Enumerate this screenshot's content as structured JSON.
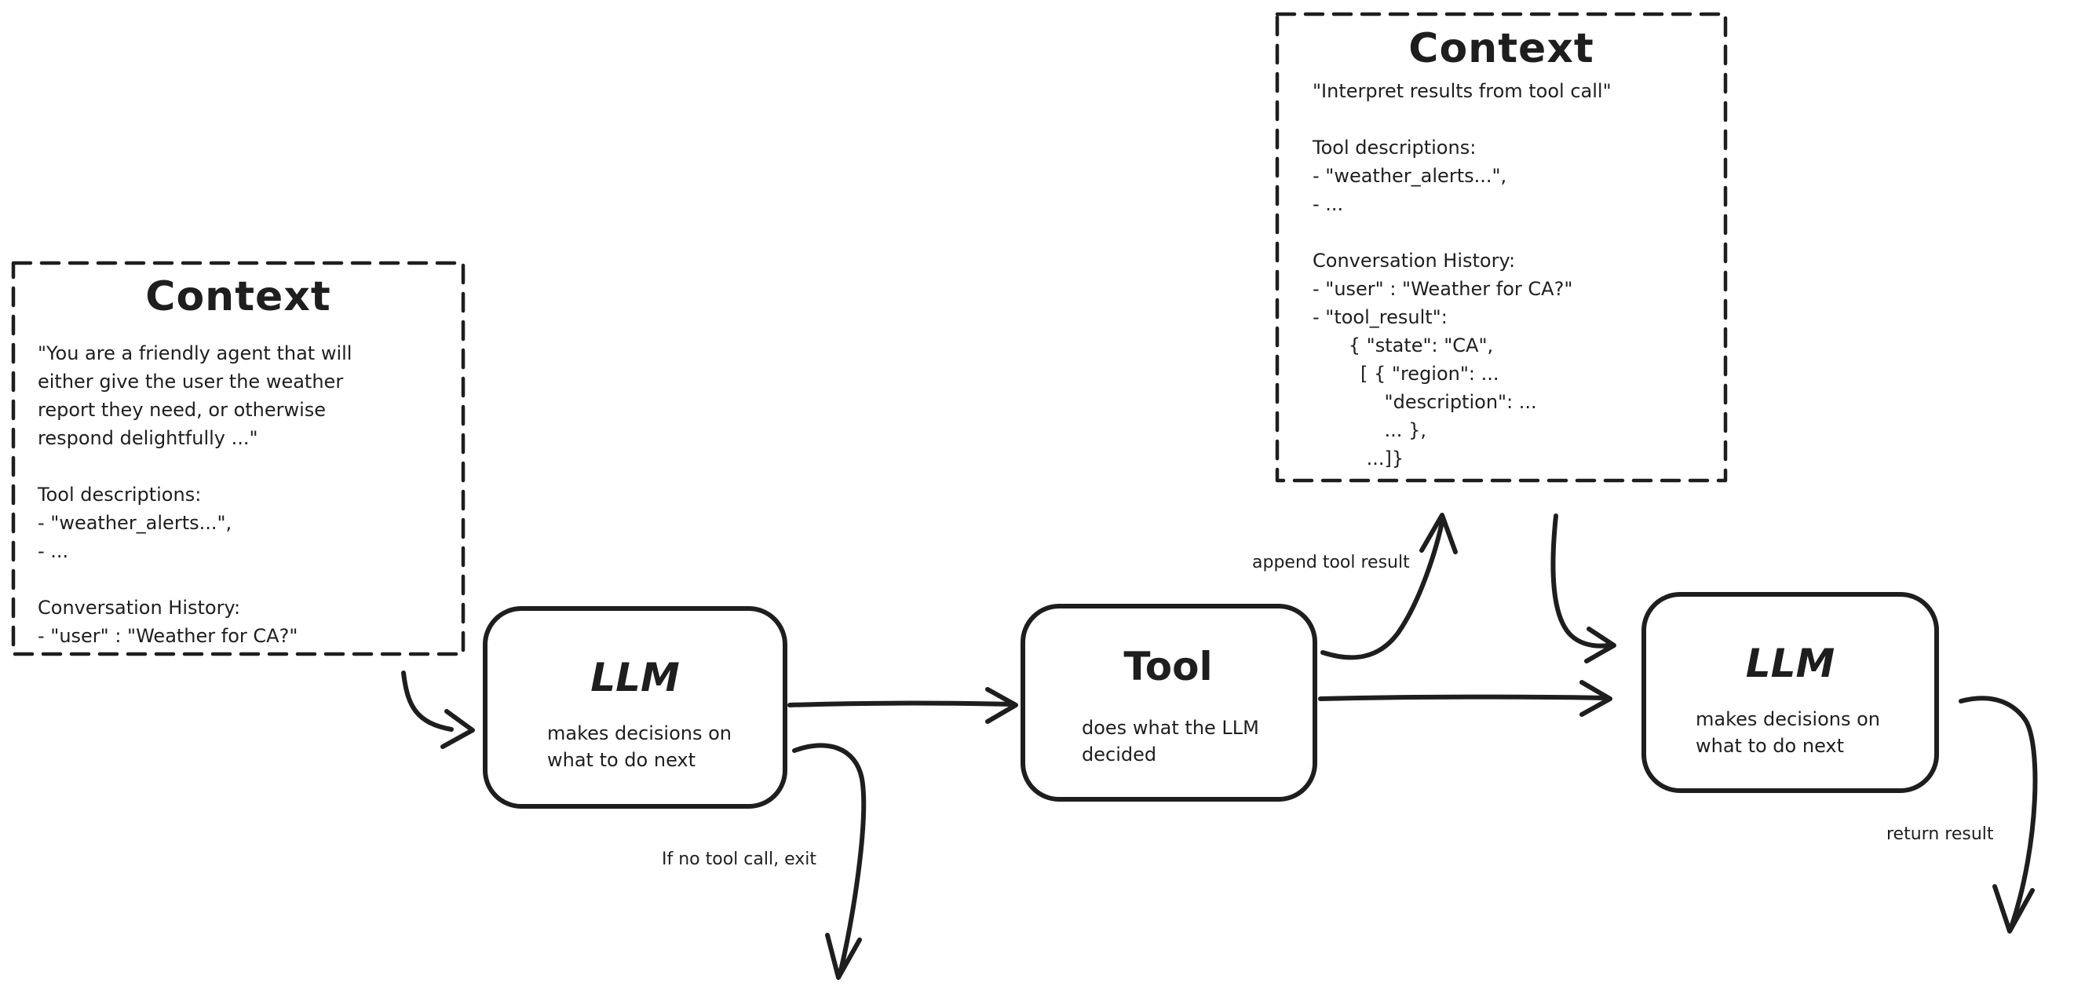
{
  "colors": {
    "ink": "#1e1e1e",
    "background": "#ffffff"
  },
  "nodes": {
    "context_left": {
      "title": "Context",
      "body": [
        "\"You are a friendly agent that will",
        "either give the user the weather",
        "report they need, or otherwise",
        "respond delightfully ...\"",
        "",
        "Tool descriptions:",
        "- \"weather_alerts...\",",
        "- ...",
        "",
        "Conversation History:",
        "- \"user\" : \"Weather for CA?\""
      ]
    },
    "context_right": {
      "title": "Context",
      "body": [
        "\"Interpret results from tool call\"",
        "",
        "Tool descriptions:",
        "- \"weather_alerts...\",",
        "- ...",
        "",
        "Conversation History:",
        "- \"user\" : \"Weather for CA?\"",
        "- \"tool_result\":",
        "      { \"state\": \"CA\",",
        "        [ { \"region\": ...",
        "            \"description\": ...",
        "            ... },",
        "         ...]}"
      ]
    },
    "llm_first": {
      "title": "LLM",
      "subtitle": [
        "makes decisions on",
        "what to do next"
      ]
    },
    "tool": {
      "title": "Tool",
      "subtitle": [
        "does what the LLM",
        "decided"
      ]
    },
    "llm_second": {
      "title": "LLM",
      "subtitle": [
        "makes decisions on",
        "what to do next"
      ]
    }
  },
  "edge_labels": {
    "append_tool_result": "append tool result",
    "no_tool_call_exit": "If no tool call, exit",
    "return_result": "return result"
  }
}
